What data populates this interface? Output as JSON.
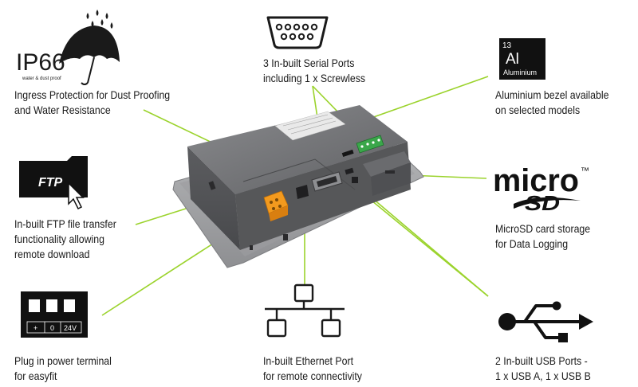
{
  "badges": {
    "ip66": {
      "text": "IP66",
      "sub": "water & dust proof"
    },
    "ftp": {
      "text": "FTP"
    },
    "aluminium": {
      "number": "13",
      "symbol": "Al",
      "name": "Aluminium"
    },
    "microsd": {
      "text_top": "micro",
      "text_bottom": "SD",
      "trademark": "™"
    },
    "power": {
      "labels": [
        "+",
        "0",
        "24V"
      ]
    }
  },
  "features": {
    "ip66": {
      "line1": "Ingress Protection for Dust Proofing",
      "line2": "and Water Resistance"
    },
    "ftp": {
      "line1": "In-built FTP file transfer",
      "line2": "functionality allowing",
      "line3": "remote download"
    },
    "power": {
      "line1": "Plug in power terminal",
      "line2": "for easyfit"
    },
    "serial": {
      "line1": "3 In-built Serial Ports",
      "line2": "including 1 x Screwless"
    },
    "ethernet": {
      "line1": "In-built Ethernet Port",
      "line2": "for remote connectivity"
    },
    "aluminium": {
      "line1": "Aluminium bezel available",
      "line2": "on selected models"
    },
    "microsd": {
      "line1": "MicroSD card storage",
      "line2": "for Data Logging"
    },
    "usb": {
      "line1": "2 In-built USB Ports -",
      "line2": "1 x USB A, 1 x USB B"
    }
  },
  "colors": {
    "callout_line": "#9bd32c",
    "device_body": "#6e6e70",
    "connector_orange": "#f39a1e",
    "connector_green": "#3aa74a"
  }
}
